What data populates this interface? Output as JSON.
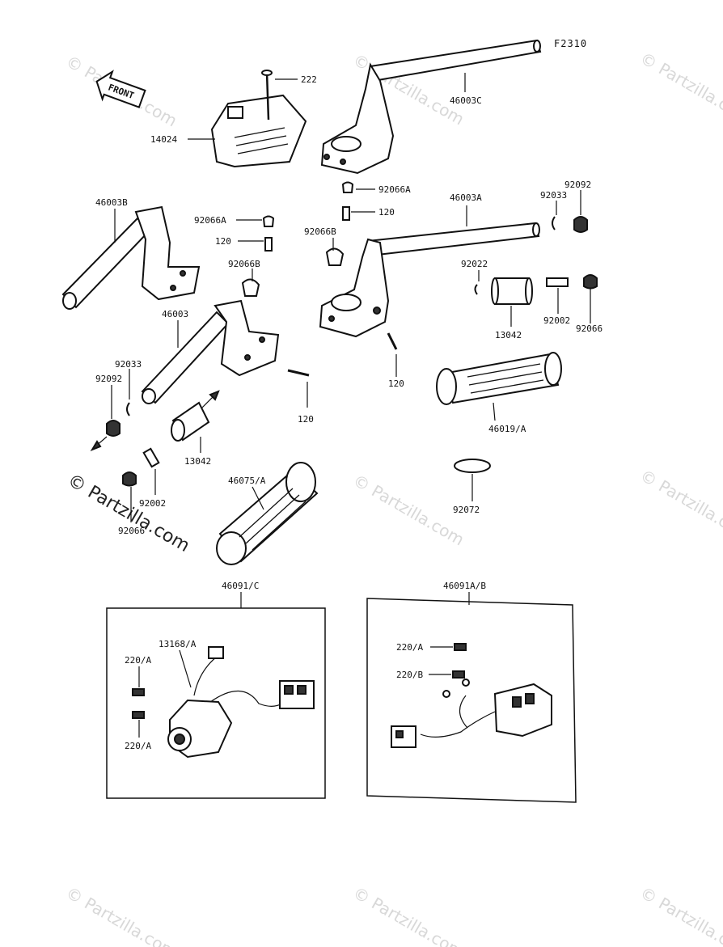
{
  "figure_code": "F2310",
  "front_label": "FRONT",
  "watermark": "© Partzilla.com",
  "watermark_main": "© Partzilla.com",
  "parts": {
    "p222": "222",
    "p14024": "14024",
    "p46003C": "46003C",
    "p92066A_top": "92066A",
    "p120_top": "120",
    "p46003A": "46003A",
    "p92033_r": "92033",
    "p92092_r": "92092",
    "p92066B_r": "92066B",
    "p92022": "92022",
    "p92002_r": "92002",
    "p92066_r": "92066",
    "p13042_r": "13042",
    "p120_mid": "120",
    "p46019A": "46019/A",
    "p92072": "92072",
    "p46003B": "46003B",
    "p92066A_l": "92066A",
    "p120_l": "120",
    "p92066B_l": "92066B",
    "p46003": "46003",
    "p92033_l": "92033",
    "p92092_l": "92092",
    "p120_low": "120",
    "p13042_l": "13042",
    "p92002_l": "92002",
    "p92066_l": "92066",
    "p46075A": "46075/A",
    "p46091C": "46091/C",
    "p13168A": "13168/A",
    "p220A_1": "220/A",
    "p220A_2": "220/A",
    "p46091AB": "46091A/B",
    "p220A_3": "220/A",
    "p220B": "220/B"
  }
}
